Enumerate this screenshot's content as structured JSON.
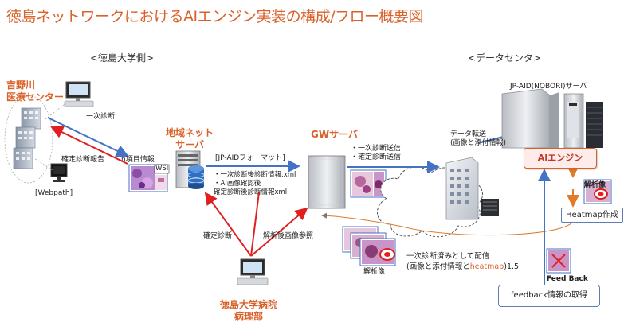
{
  "title": "徳島ネットワークにおけるAIエンジン実装の構成/フロー概要図",
  "sections": {
    "left": "<徳島大学側>",
    "right": "<データセンタ>"
  },
  "nodes": {
    "yoshinogawa": [
      "吉野川",
      "医療センター"
    ],
    "regional_server": [
      "地域ネット",
      "サーバ"
    ],
    "gw_server": "GWサーバ",
    "tokudai": [
      "徳島大学病院",
      "病理部"
    ],
    "jp_aid_server": "JP-AID(NOBORI)サーバ",
    "ai_engine": "AIエンジン",
    "webpath": "[Webpath]",
    "wsi": "WSI"
  },
  "labels": {
    "first_diagnosis": "一次診断",
    "final_report": "確定診断報告",
    "n_items": "n項目情報",
    "jp_aid_format": "[JP-AIDフォーマット]",
    "xml_list": [
      "・一次診断後診断情報.xml",
      "・AI画像確認後",
      "確定診断後診断情報xml"
    ],
    "gw_send": [
      "・一次診断送信",
      "・確定診断送信"
    ],
    "data_transfer": [
      "データ転送",
      "(画像と添付情報)"
    ],
    "final_diagnosis": "確定診断",
    "analysis_ref": "解析後画像参照",
    "analysis_image": "解析像",
    "analysis_image_right": "解析像",
    "heatmap_create": "Heatmap作成",
    "delivery_line1": "一次診断済みとして配信",
    "delivery_line2_prefix": "(画像と添付情報と",
    "delivery_heatmap": "heatmap",
    "delivery_line2_suffix": ")1.5",
    "feed_back": "Feed Back",
    "feedback_acquire": "feedback情報の取得"
  },
  "colors": {
    "accent_orange": "#d9622b",
    "arrow_blue": "#4472c4",
    "arrow_red": "#e02020",
    "arrow_orange": "#e07b2a",
    "divider_gray": "#9a9a9a"
  },
  "icons": [
    "hospital-building-icon",
    "desktop-computer-icon",
    "server-tower-icon",
    "database-icon",
    "rack-server-icon",
    "monitor-icon",
    "cloud-icon",
    "slide-thumbnail-icon"
  ]
}
